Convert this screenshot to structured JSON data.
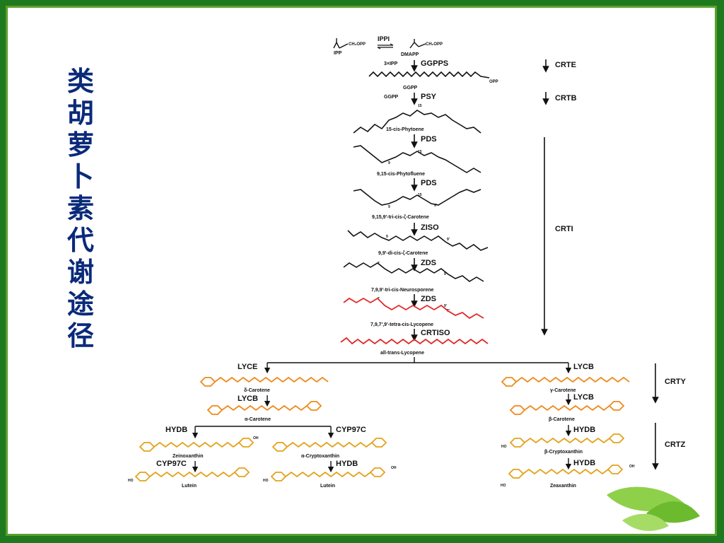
{
  "slide_title": [
    "类",
    "胡",
    "萝",
    "卜",
    "素",
    "代",
    "谢",
    "途",
    "径"
  ],
  "precursors": {
    "left": "IPP",
    "right": "DMAPP",
    "left_group": "CH₂OPP",
    "right_group": "CH₂OPP",
    "isomerase": "IPPI"
  },
  "steps": [
    {
      "substrate_text": "3×IPP",
      "enzyme": "GGPPS",
      "product": "GGPP",
      "opp": "OPP"
    },
    {
      "substrate_text": "GGPP",
      "enzyme": "PSY",
      "product": "15-cis-Phytoene"
    },
    {
      "enzyme": "PDS",
      "product": "9,15-cis-Phytofluene"
    },
    {
      "enzyme": "PDS",
      "product": "9,15,9'-tri-cis-ζ-Carotene"
    },
    {
      "enzyme": "ZISO",
      "product": "9,9'-di-cis-ζ-Carotene"
    },
    {
      "enzyme": "ZDS",
      "product": "7,9,9'-tri-cis-Neurosporene"
    },
    {
      "enzyme": "ZDS",
      "product": "7,9,7',9'-tetra-cis-Lycopene"
    },
    {
      "enzyme": "CRTISO",
      "product": "all-trans-Lycopene"
    }
  ],
  "position_marks": [
    "15",
    "9",
    "9'",
    "7",
    "7'"
  ],
  "branch_left": {
    "enzyme": "LYCE",
    "product": "δ-Carotene",
    "enzyme2": "LYCB",
    "product2": "α-Carotene",
    "split_left": {
      "enzyme": "HYDB",
      "product": "Zeinoxanthin",
      "enzyme2": "CYP97C",
      "product2": "Lutein"
    },
    "split_right": {
      "enzyme": "CYP97C",
      "product": "α-Cryptoxanthin",
      "enzyme2": "HYDB",
      "product2": "Lutein"
    }
  },
  "branch_right": {
    "enzyme": "LYCB",
    "product": "γ-Carotene",
    "enzyme2": "LYCB",
    "product2": "β-Carotene",
    "enzyme3": "HYDB",
    "product3": "β-Cryptoxanthin",
    "enzyme4": "HYDB",
    "product4": "Zeaxanthin"
  },
  "genes": [
    "CRTE",
    "CRTB",
    "CRTI",
    "CRTY",
    "CRTZ"
  ],
  "hydroxyl": "OH",
  "hydroxyl_left": "HO",
  "colors": {
    "frame": "#1f7a1f",
    "title": "#0a2a7a",
    "red": "#e0282a",
    "orange": "#ee8a1c",
    "yellow_orange": "#e4a21a",
    "black": "#111111"
  }
}
